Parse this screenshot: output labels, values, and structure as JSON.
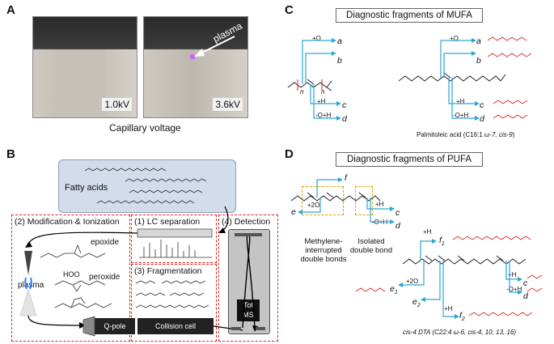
{
  "panels": {
    "A": {
      "letter": "A",
      "left_voltage": "1.0kV",
      "right_voltage": "3.6kV",
      "plasma_label": "plasma",
      "caption": "Capillary voltage"
    },
    "B": {
      "letter": "B",
      "fatty_acids": "Fatty acids",
      "modification": "(2) Modification & Ionization",
      "epoxide": "epoxide",
      "peroxide": "peroxide",
      "hoo": "HOO",
      "plasma": "plasma",
      "lc": "(1) LC separation",
      "fragmentation": "(3) Fragmentation",
      "detection": "(4) Detection",
      "tof": "Tof",
      "ms": "MS",
      "qpole": "Q-pole",
      "collision": "Collision cell"
    },
    "C": {
      "letter": "C",
      "title": "Diagnostic fragments of MUFA",
      "plus_o": "+O",
      "plus_h": "+H",
      "minus_oh": "-O+H",
      "a": "a",
      "b": "b",
      "c": "c",
      "d": "d",
      "n": "n",
      "caption_main": "Palmitoleic acid (C16:1 ",
      "caption_omega": "ω-7, cis-9",
      "caption_end": ")"
    },
    "D": {
      "letter": "D",
      "title": "Diagnostic fragments of PUFA",
      "f": "f",
      "e": "e",
      "plus_2o": "+2O",
      "plus_h": "+H",
      "minus_oh": "-O+H",
      "c": "c",
      "d": "d",
      "methylene_1": "Methylene-",
      "methylene_2": "interrupted",
      "methylene_3": "double bonds",
      "isolated_1": "Isolated",
      "isolated_2": "double bond",
      "f1": "f",
      "f1_sub": "1",
      "e1": "e",
      "e1_sub": "1",
      "e2": "e",
      "e2_sub": "2",
      "f2": "f",
      "f2_sub": "2",
      "caption": "cis-4 DTA  (C22:4 ω-6, cis-4, 10, 13, 16)"
    }
  }
}
